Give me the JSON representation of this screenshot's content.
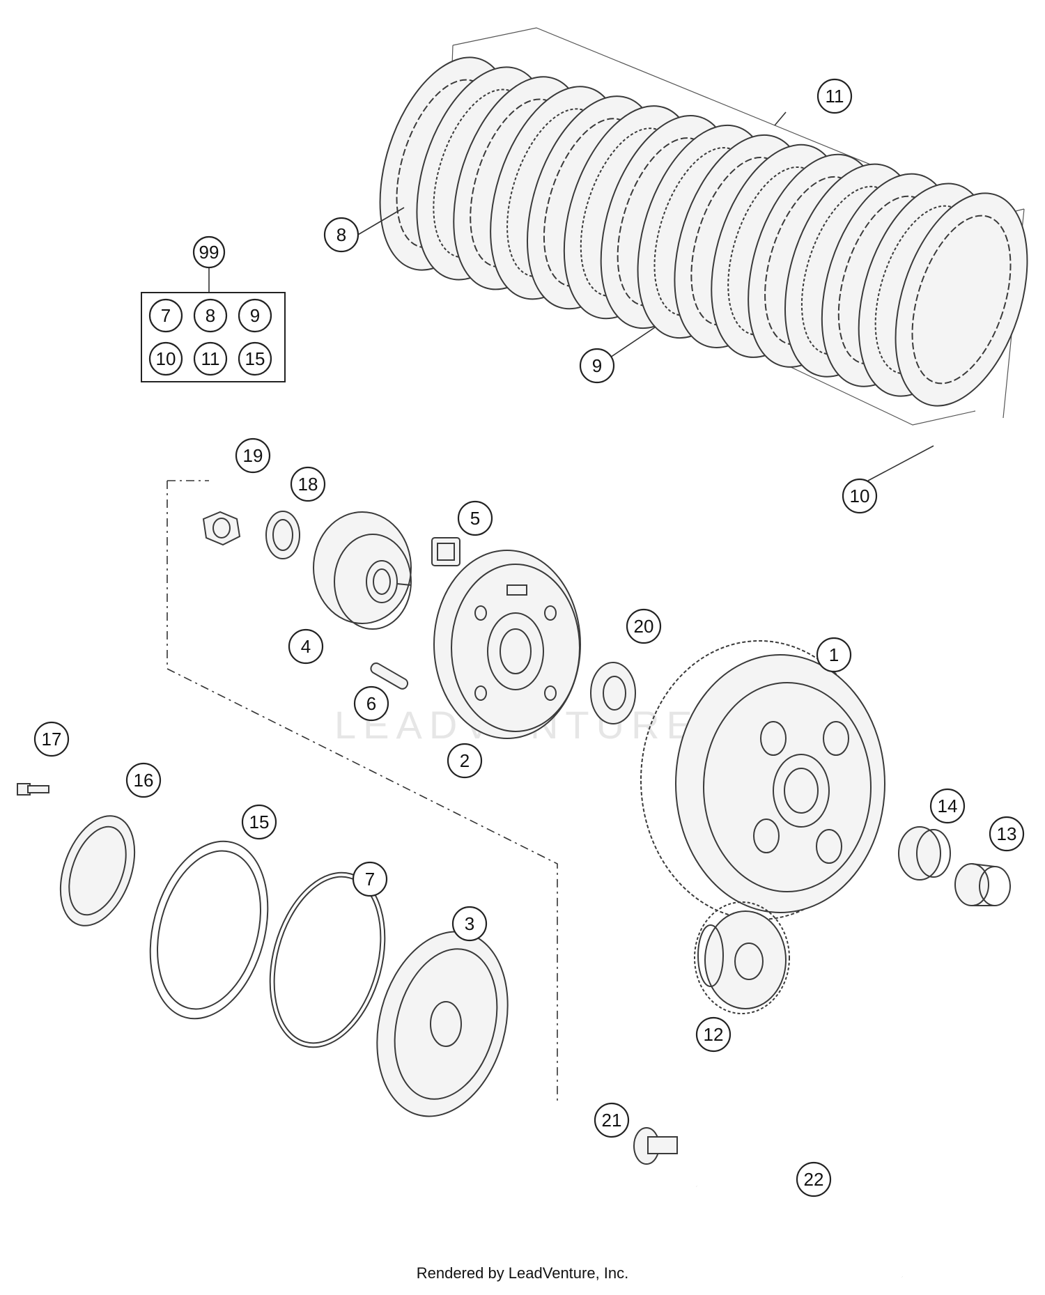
{
  "diagram": {
    "watermark": "LEADVENTURE",
    "footer": "Rendered by LeadVenture, Inc.",
    "kit": {
      "label": "99",
      "contents": [
        "7",
        "8",
        "9",
        "10",
        "11",
        "15"
      ]
    },
    "callouts": {
      "c1": "1",
      "c2": "2",
      "c3": "3",
      "c4": "4",
      "c5": "5",
      "c6": "6",
      "c7": "7",
      "c8": "8",
      "c9": "9",
      "c10": "10",
      "c11": "11",
      "c12": "12",
      "c13": "13",
      "c14": "14",
      "c15": "15",
      "c16": "16",
      "c17": "17",
      "c18": "18",
      "c19": "19",
      "c20": "20",
      "c21": "21",
      "c22": "22"
    }
  }
}
